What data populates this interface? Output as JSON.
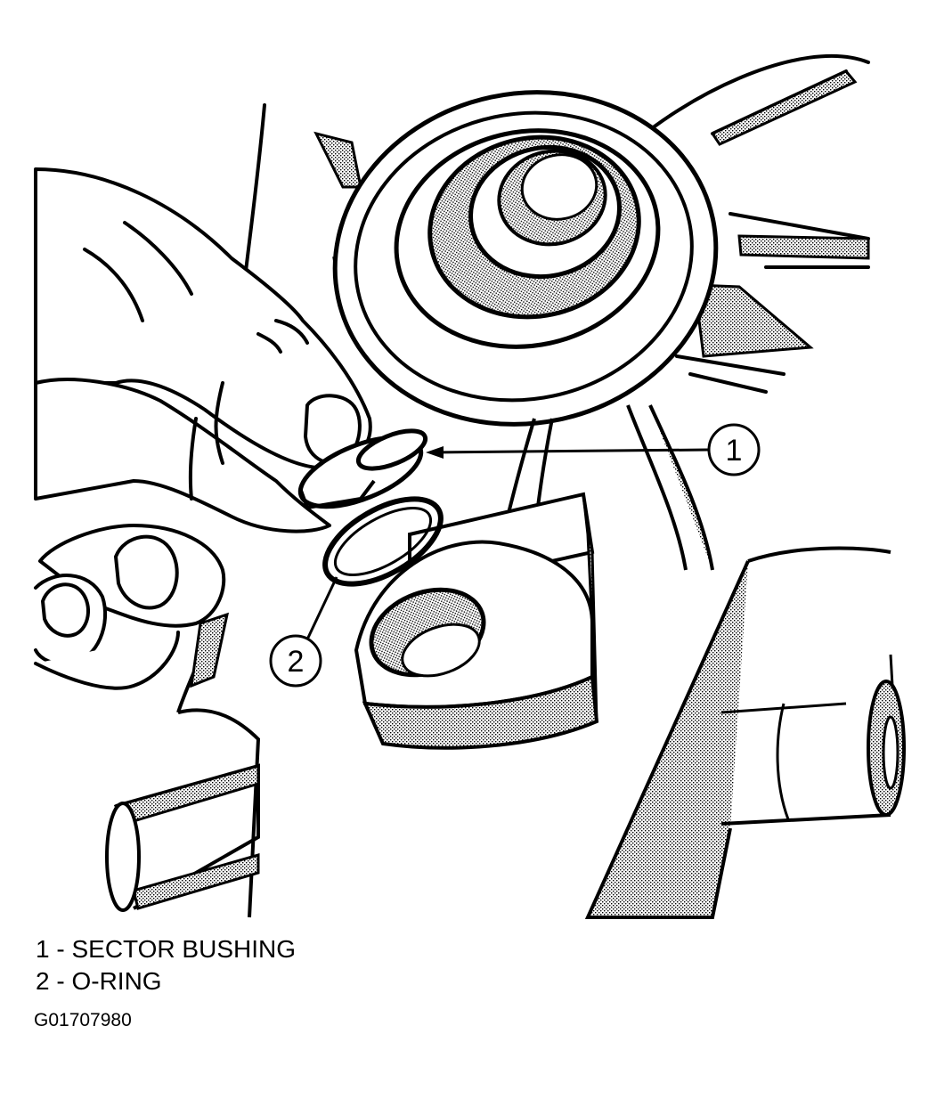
{
  "figure": {
    "callouts": [
      {
        "number": "1"
      },
      {
        "number": "2"
      }
    ]
  },
  "legend": [
    {
      "number": "1",
      "separator": "-",
      "text": "SECTOR BUSHING"
    },
    {
      "number": "2",
      "separator": "-",
      "text": "O-RING"
    }
  ],
  "figure_code": "G01707980"
}
